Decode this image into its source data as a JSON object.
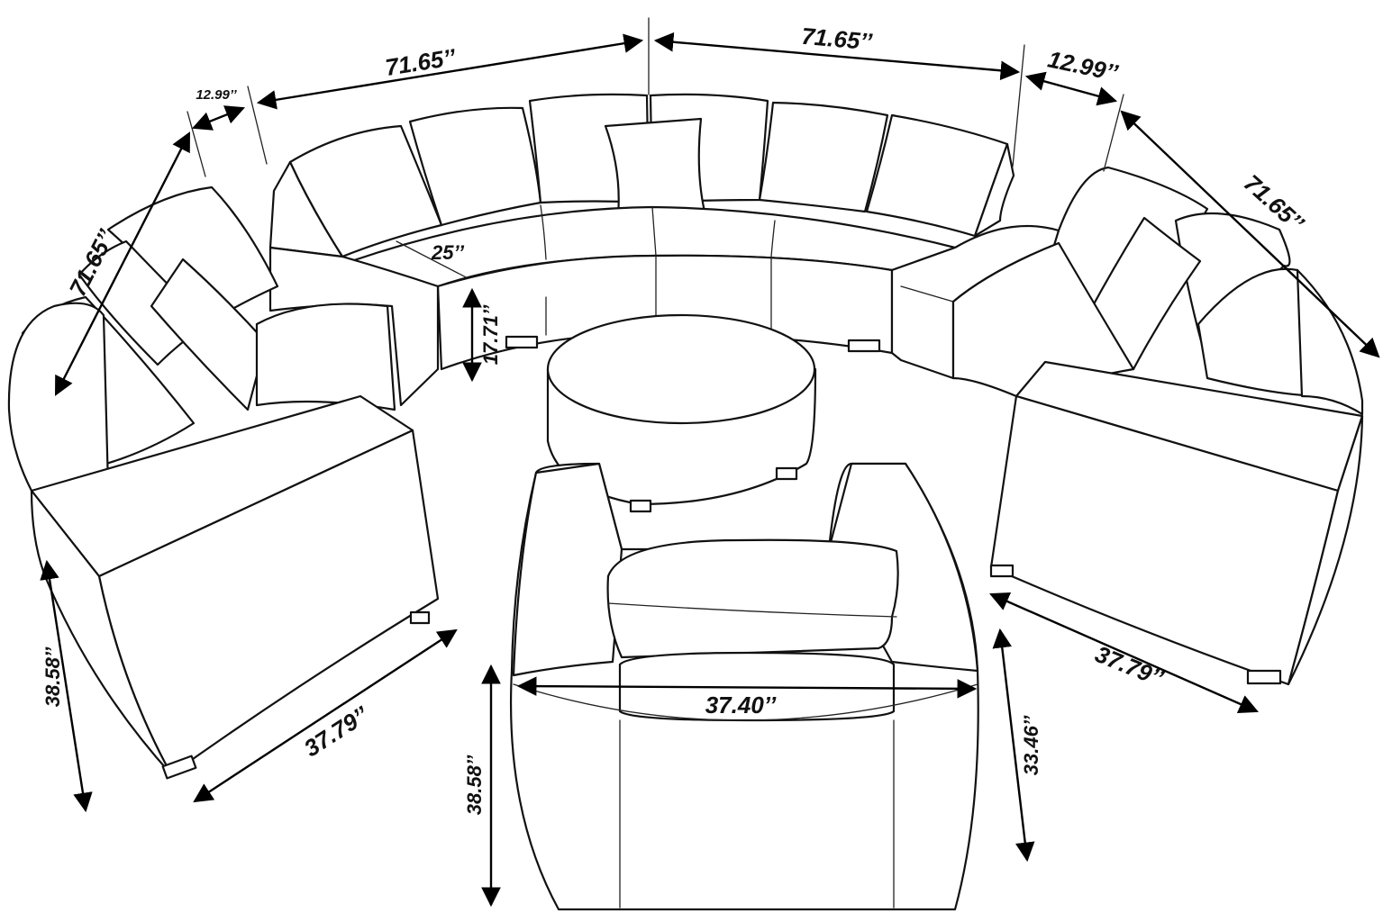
{
  "diagram": {
    "dimensions": {
      "top_left_width": "71.65’’",
      "top_right_width": "71.65’’",
      "left_arm_small": "12.99’’",
      "right_arm_small": "12.99’’",
      "left_section_width": "71.65’’",
      "right_section_width": "71.65’’",
      "seat_depth": "25’’",
      "seat_height": "17.71’’",
      "left_chair_height": "38.58’’",
      "left_chair_width": "37.79’’",
      "center_chair_height": "38.58’’",
      "center_chair_width": "37.40’’",
      "right_chair_height": "33.46’’",
      "right_chair_width": "37.79’’"
    }
  }
}
